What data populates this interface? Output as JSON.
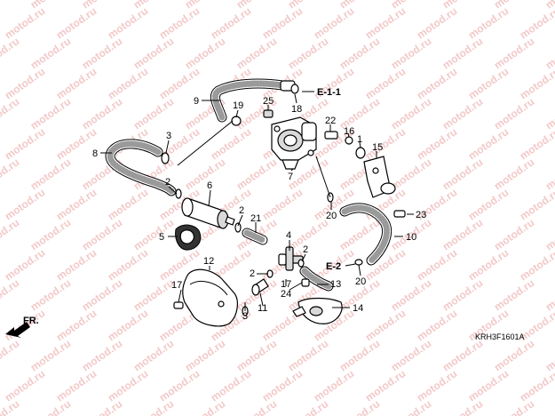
{
  "watermark": "motod.ru",
  "diagram_code": "KRH3F1601A",
  "front_label": "FR.",
  "references": {
    "e11": "E-1-1",
    "e2": "E-2"
  },
  "callouts": {
    "p1": "1",
    "p2a": "2",
    "p2b": "2",
    "p2c": "2",
    "p2d": "2",
    "p3a": "3",
    "p3b": "3",
    "p4": "4",
    "p5": "5",
    "p6": "6",
    "p7": "7",
    "p8": "8",
    "p9": "9",
    "p10": "10",
    "p11": "11",
    "p12": "12",
    "p13": "13",
    "p14": "14",
    "p15": "15",
    "p16": "16",
    "p17a": "17",
    "p17b": "17",
    "p18": "18",
    "p19": "19",
    "p20a": "20",
    "p20b": "20",
    "p21": "21",
    "p22": "22",
    "p23": "23",
    "p24": "24",
    "p25": "25"
  }
}
